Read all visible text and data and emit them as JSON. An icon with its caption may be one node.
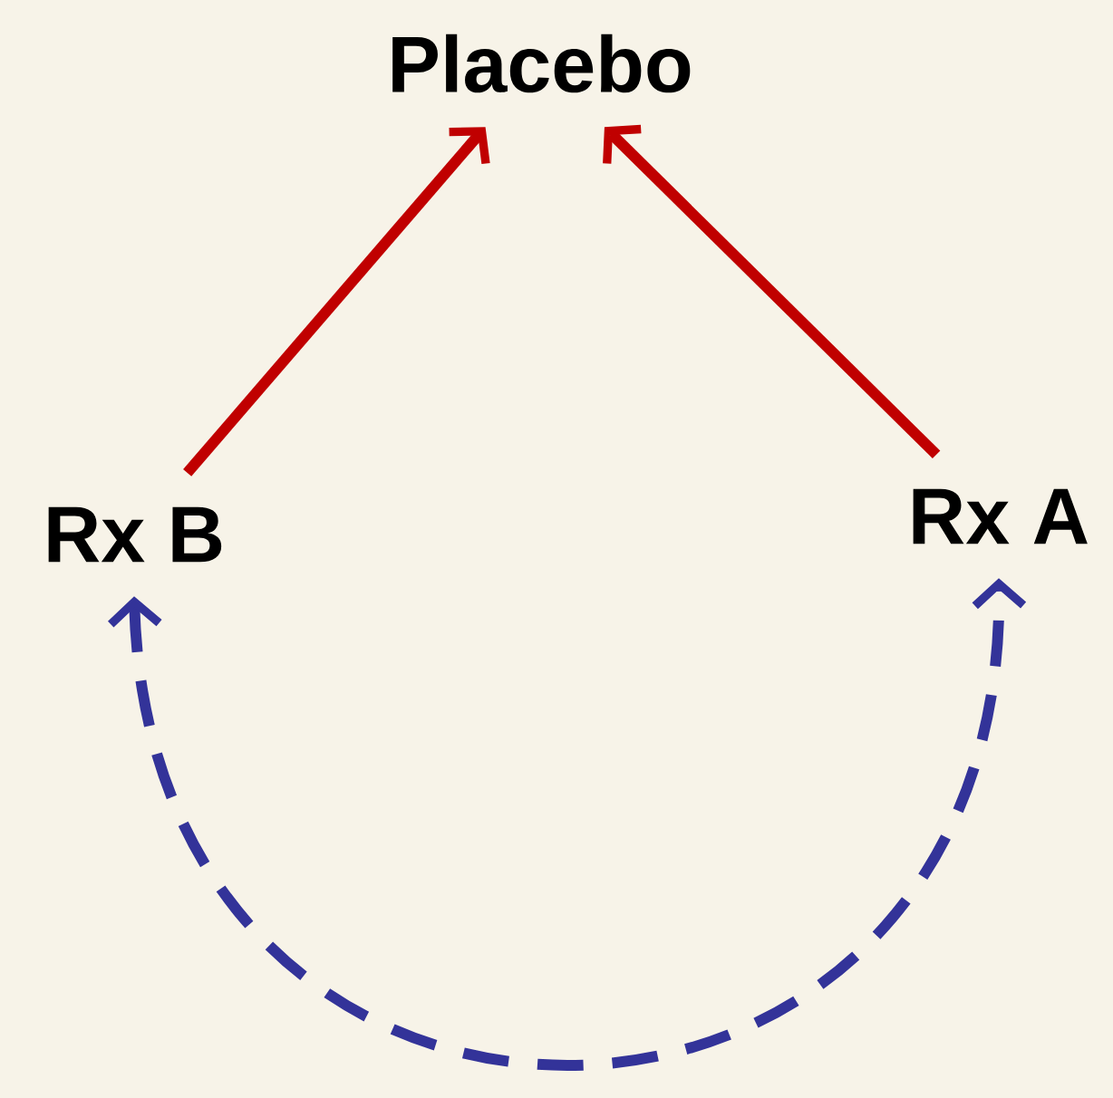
{
  "diagram": {
    "nodes": [
      {
        "text": [
          "Placebo"
        ]
      },
      {
        "text": [
          "Rx B"
        ]
      },
      {
        "text": [
          "Rx A"
        ]
      }
    ],
    "edges": [
      {
        "from": 1,
        "to": 0,
        "arrow": "to"
      },
      {
        "from": 2,
        "to": 0,
        "arrow": "to"
      },
      {
        "from": 1,
        "to": 2,
        "arrow": "both",
        "style": "dashed",
        "color": "#333399"
      }
    ]
  }
}
